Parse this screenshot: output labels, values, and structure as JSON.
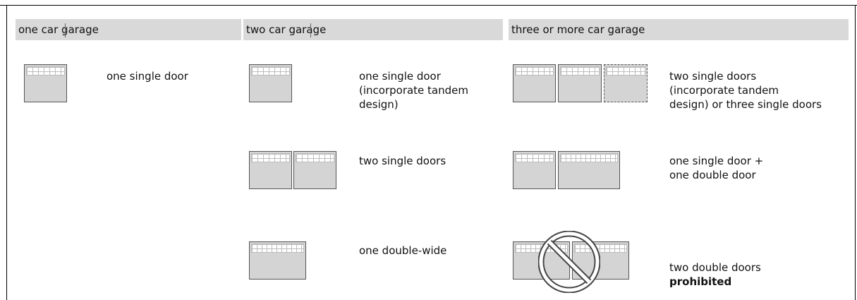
{
  "headers": {
    "one": "one car garage",
    "two": "two car garage",
    "three": "three or more car garage"
  },
  "rows": {
    "one_car": {
      "single": "one single door"
    },
    "two_car": {
      "single": "one single door\n(incorporate tandem\ndesign)",
      "two_single": "two single doors",
      "double_wide": "one double-wide"
    },
    "three_car": {
      "two_or_three_single": "two single doors\n(incorporate tandem\ndesign) or three single doors",
      "single_plus_double": "one single door +\none double door",
      "two_double": "two double doors",
      "prohibited": "prohibited"
    }
  },
  "icons": {
    "garage_door": "garage-door-icon",
    "prohibited": "prohibited-icon"
  }
}
